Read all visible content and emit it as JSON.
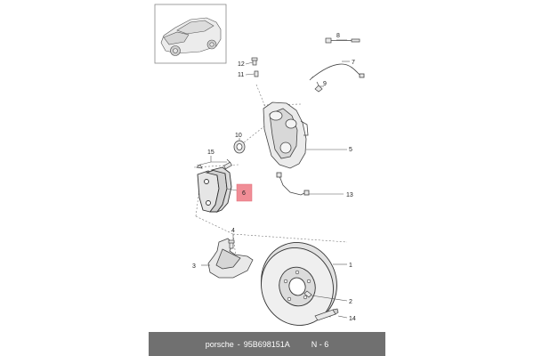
{
  "callouts": {
    "c1": "1",
    "c2": "2",
    "c3": "3",
    "c4": "4",
    "c5": "5",
    "c6": "6",
    "c7": "7",
    "c8": "8",
    "c9": "9",
    "c10": "10",
    "c11": "11",
    "c12": "12",
    "c13": "13",
    "c14": "14",
    "c15": "15"
  },
  "highlight_color": "#f08d96",
  "footer": {
    "brand": "porsche",
    "separator": "-",
    "part_number": "95B698151A",
    "ref": "N - 6"
  }
}
